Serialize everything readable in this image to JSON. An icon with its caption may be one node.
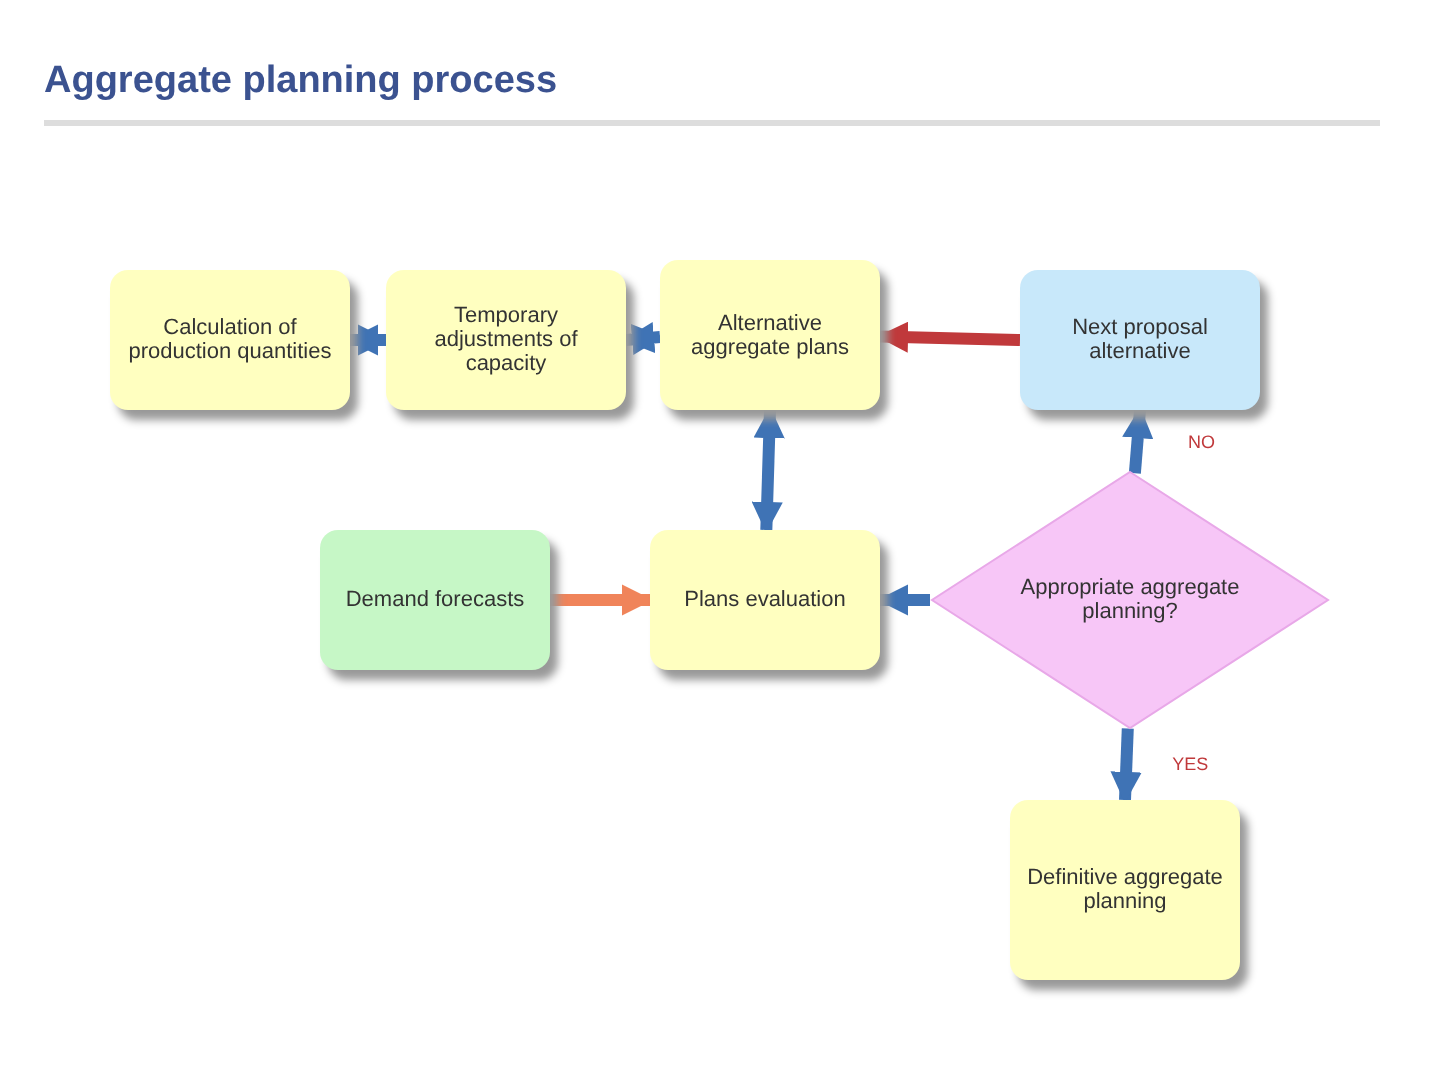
{
  "diagram": {
    "title": "Aggregate planning process",
    "nodes": [
      {
        "text": [
          "Calculation of production quantities"
        ]
      },
      {
        "text": [
          "Temporary adjustments of capacity"
        ]
      },
      {
        "text": [
          "Alternative aggregate plans"
        ]
      },
      {
        "text": [
          "Next proposal alternative"
        ]
      },
      {
        "text": [
          "Demand forecasts"
        ]
      },
      {
        "text": [
          "Plans evaluation"
        ]
      },
      {
        "text": [
          "Appropriate aggregate planning?"
        ]
      },
      {
        "text": [
          "Definitive aggregate planning"
        ]
      }
    ],
    "edges": [
      {
        "from": 1,
        "to": 0,
        "arrow": "both"
      },
      {
        "from": 2,
        "to": 1,
        "arrow": "both"
      },
      {
        "from": 3,
        "to": 2,
        "arrow": "to",
        "color": "#c0393b"
      },
      {
        "from": 2,
        "to": 5,
        "arrow": "both"
      },
      {
        "from": 4,
        "to": 5,
        "arrow": "to",
        "color": "#f0845a"
      },
      {
        "from": 6,
        "to": 5,
        "arrow": "to"
      },
      {
        "from": 6,
        "to": 3,
        "arrow": "to",
        "label": "NO"
      },
      {
        "from": 6,
        "to": 7,
        "arrow": "to",
        "label": "YES"
      }
    ]
  }
}
